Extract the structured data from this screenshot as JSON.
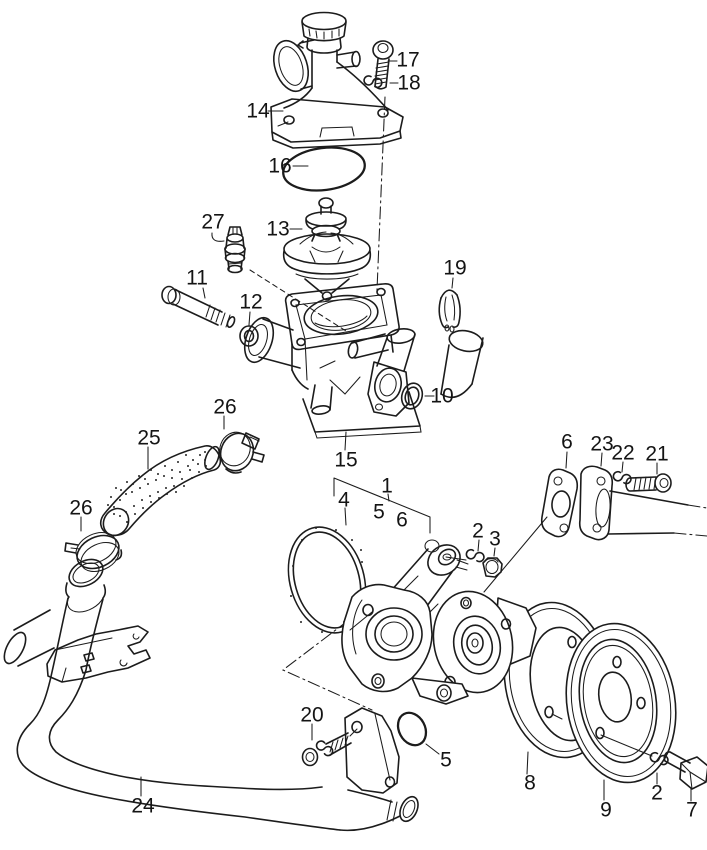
{
  "colors": {
    "line": "#1c1c1c",
    "background": "#ffffff"
  },
  "labels": [
    {
      "num": "17"
    },
    {
      "num": "18"
    },
    {
      "num": "14"
    },
    {
      "num": "16"
    },
    {
      "num": "13"
    },
    {
      "num": "27"
    },
    {
      "num": "11"
    },
    {
      "num": "12"
    },
    {
      "num": "19"
    },
    {
      "num": "10"
    },
    {
      "num": "15"
    },
    {
      "num": "26"
    },
    {
      "num": "25"
    },
    {
      "num": "26"
    },
    {
      "num": "1"
    },
    {
      "num": "4"
    },
    {
      "num": "5"
    },
    {
      "num": "6"
    },
    {
      "num": "2"
    },
    {
      "num": "3"
    },
    {
      "num": "6"
    },
    {
      "num": "23"
    },
    {
      "num": "22"
    },
    {
      "num": "21"
    },
    {
      "num": "8"
    },
    {
      "num": "9"
    },
    {
      "num": "2"
    },
    {
      "num": "7"
    },
    {
      "num": "20"
    },
    {
      "num": "5"
    },
    {
      "num": "24"
    }
  ]
}
